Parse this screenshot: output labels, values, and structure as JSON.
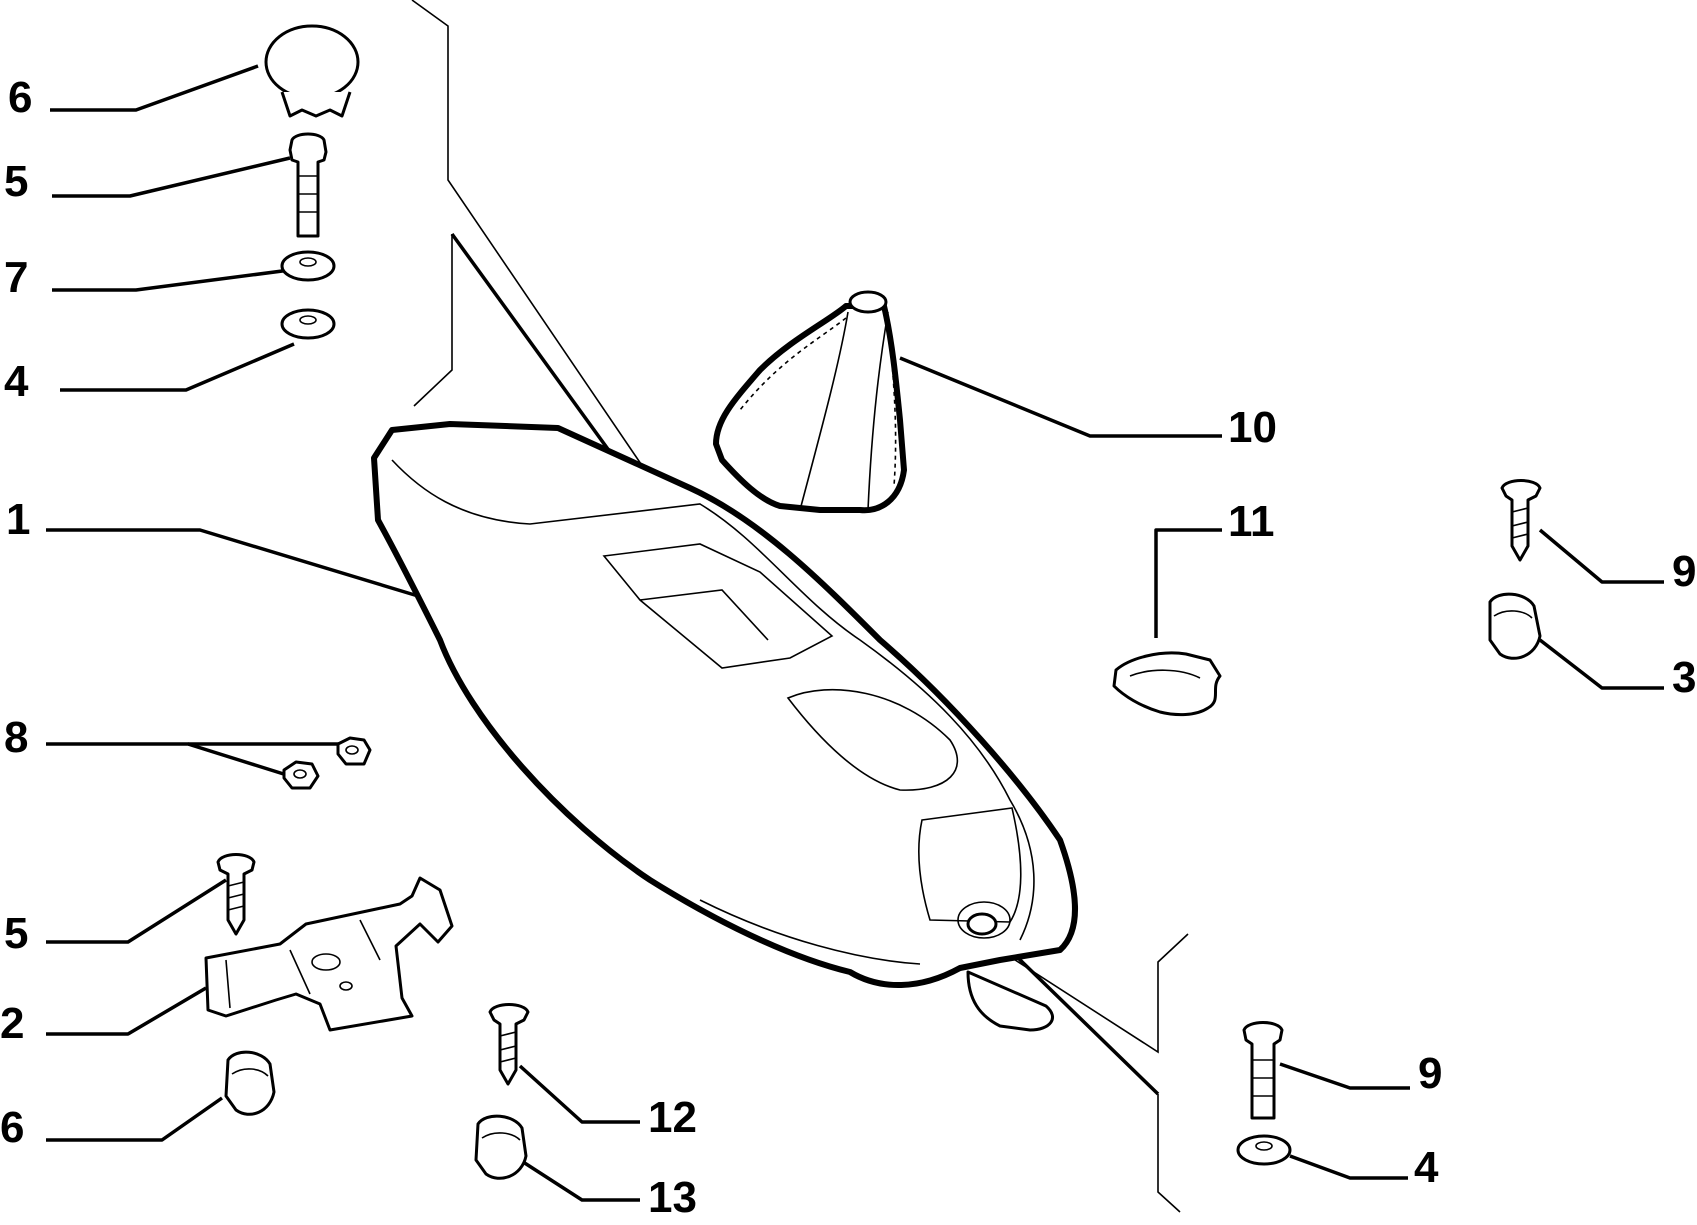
{
  "callouts": [
    {
      "id": "c6a",
      "label": "6"
    },
    {
      "id": "c5a",
      "label": "5"
    },
    {
      "id": "c7",
      "label": "7"
    },
    {
      "id": "c4a",
      "label": "4"
    },
    {
      "id": "c1",
      "label": "1"
    },
    {
      "id": "c8",
      "label": "8"
    },
    {
      "id": "c5b",
      "label": "5"
    },
    {
      "id": "c2",
      "label": "2"
    },
    {
      "id": "c6b",
      "label": "6"
    },
    {
      "id": "c10",
      "label": "10"
    },
    {
      "id": "c11",
      "label": "11"
    },
    {
      "id": "c9a",
      "label": "9"
    },
    {
      "id": "c3",
      "label": "3"
    },
    {
      "id": "c12",
      "label": "12"
    },
    {
      "id": "c13",
      "label": "13"
    },
    {
      "id": "c9b",
      "label": "9"
    },
    {
      "id": "c4b",
      "label": "4"
    }
  ]
}
